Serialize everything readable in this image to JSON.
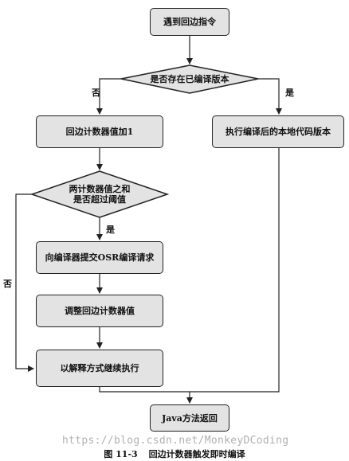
{
  "nodes": {
    "start": "遇到回边指令",
    "check_compiled": "是否存在已编译版本",
    "increment": "回边计数器值加1",
    "run_native": "执行编译后的本地代码版本",
    "check_threshold_line1": "两计数器值之和",
    "check_threshold_line2": "是否超过阈值",
    "submit_osr": "向编译器提交OSR编译请求",
    "adjust": "调整回边计数器值",
    "interpret": "以解释方式继续执行",
    "return": "Java方法返回"
  },
  "edge_labels": {
    "compiled_no": "否",
    "compiled_yes": "是",
    "threshold_yes": "是",
    "threshold_no": "否"
  },
  "watermark": "https://blog.csdn.net/MonkeyDCoding",
  "caption": {
    "number": "图 11-3",
    "text": "回边计数器触发即时编译"
  }
}
